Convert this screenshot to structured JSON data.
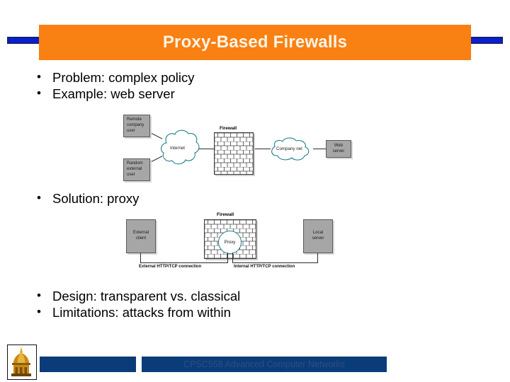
{
  "slide": {
    "title": "Proxy-Based Firewalls",
    "bullets": [
      {
        "marker": "•",
        "text": "Problem: complex policy"
      },
      {
        "marker": "•",
        "text": "Example: web server"
      },
      {
        "marker": "•",
        "text": "Solution: proxy"
      },
      {
        "marker": "•",
        "text": "Design: transparent vs. classical"
      },
      {
        "marker": "•",
        "text": "Limitations: attacks from within"
      }
    ]
  },
  "diagram1": {
    "name": "web-server-through-firewall",
    "boxes": [
      {
        "id": "remote-company-user",
        "label": "Remote company user"
      },
      {
        "id": "random-external-user",
        "label": "Random external user"
      },
      {
        "id": "web-server",
        "label": "Web server"
      }
    ],
    "clouds": [
      {
        "id": "internet-cloud",
        "label": "Internet"
      },
      {
        "id": "company-net-cloud",
        "label": "Company net"
      }
    ],
    "firewall_label": "Firewall"
  },
  "diagram2": {
    "name": "proxy-in-firewall",
    "boxes": [
      {
        "id": "external-client",
        "label": "External client"
      },
      {
        "id": "local-server",
        "label": "Local server"
      }
    ],
    "firewall_label": "Firewall",
    "proxy_label": "Proxy",
    "connections": [
      {
        "id": "external-connection",
        "label": "External HTTP/TCP connection"
      },
      {
        "id": "internal-connection",
        "label": "Internal HTTP/TCP connection"
      }
    ]
  },
  "footer": {
    "course_text": "CPSC558 Advanced Computer Networks"
  },
  "colors": {
    "title_band": "#F98012",
    "title_text": "#FDF4E6",
    "accent_bar": "#0A1FD6",
    "accent_border": "#16216E",
    "footer_bar": "#0B3C7A",
    "footer_text": "#2E4E80",
    "diagram_box": "#A6A6A6",
    "cloud_stroke": "#1F7F8C"
  }
}
